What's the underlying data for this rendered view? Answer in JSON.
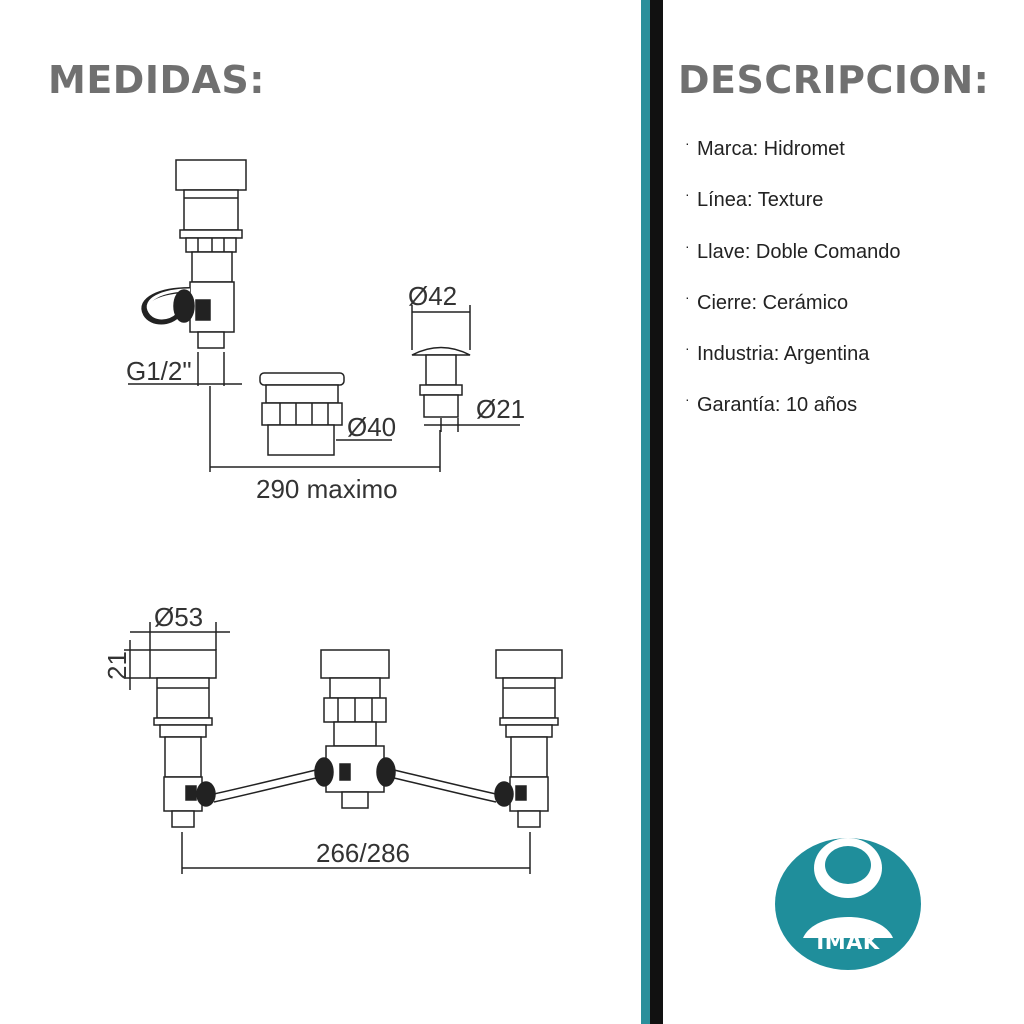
{
  "left_title": "MEDIDAS:",
  "right_title": "DESCRIPCION:",
  "specs": [
    {
      "label": "Marca: Hidromet"
    },
    {
      "label": "Línea: Texture"
    },
    {
      "label": "Llave: Doble Comando"
    },
    {
      "label": "Cierre: Cerámico"
    },
    {
      "label": "Industria: Argentina"
    },
    {
      "label": "Garantía: 10 años"
    }
  ],
  "bullet": "·",
  "dimensions": {
    "g12": "G1/2\"",
    "d40": "Ø40",
    "d42": "Ø42",
    "d21": "Ø21",
    "max290": "290 maximo",
    "d53": "Ø53",
    "h21": "21",
    "span": "266/286"
  },
  "logo": {
    "text": "IMAK",
    "color": "#1f8e9b"
  },
  "colors": {
    "divider_teal": "#2b8f9b",
    "divider_black": "#111111",
    "title_gray": "#707070"
  }
}
